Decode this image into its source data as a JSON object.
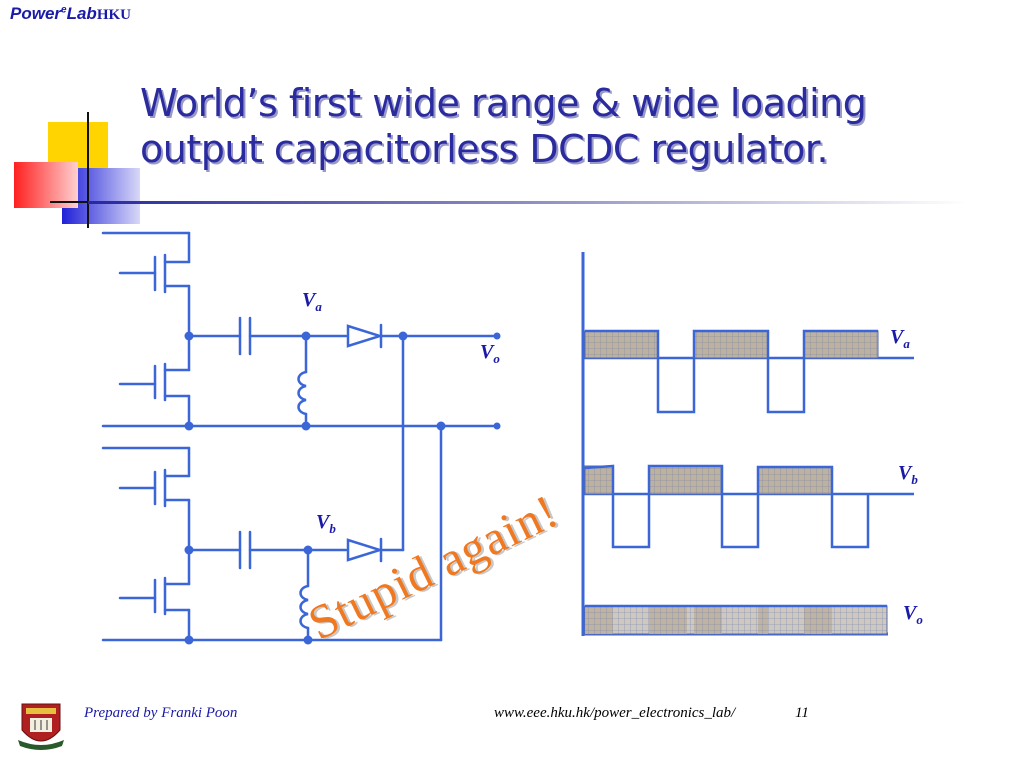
{
  "header": {
    "brand_power": "Power",
    "brand_sup": "e",
    "brand_lab": "Lab",
    "brand_hku": "HKU"
  },
  "title": {
    "line1": "World’s first wide range & wide loading",
    "line2": "output capacitorless DCDC regulator."
  },
  "circuit_labels": {
    "va": "V",
    "va_sub": "a",
    "vo": "V",
    "vo_sub": "o",
    "vb": "V",
    "vb_sub": "b"
  },
  "waveform_labels": {
    "va": "V",
    "va_sub": "a",
    "vb": "V",
    "vb_sub": "b",
    "vo": "V",
    "vo_sub": "o"
  },
  "annotation": "Stupid again!",
  "footer": {
    "prepared_by": "Prepared by Franki Poon",
    "url": "www.eee.hku.hk/power_electronics_lab/",
    "page": "11"
  },
  "colors": {
    "wire": "#3a66d8",
    "title": "#2b2ba0",
    "annotation": "#f07820",
    "hatch_fill": "#b8aa98"
  }
}
